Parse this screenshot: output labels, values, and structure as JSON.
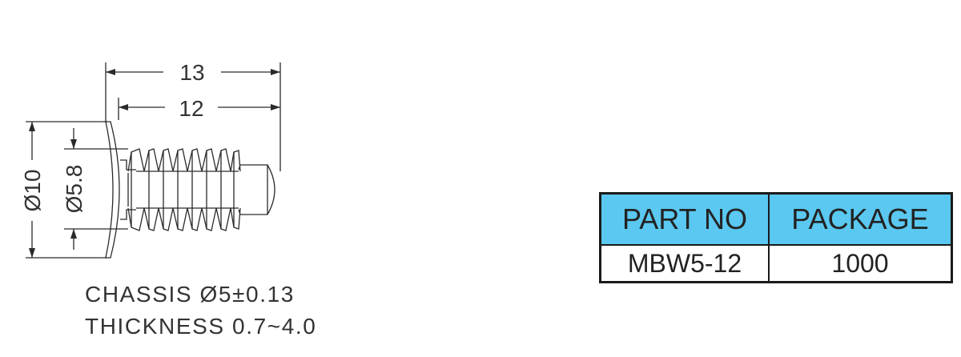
{
  "dimensions": {
    "overall_length": "13",
    "shank_length": "12",
    "head_diameter": "Ø10",
    "shank_diameter": "Ø5.8"
  },
  "notes": {
    "chassis": "CHASSIS Ø5±0.13",
    "thickness": "THICKNESS 0.7~4.0"
  },
  "table": {
    "headers": [
      "PART NO",
      "PACKAGE"
    ],
    "rows": [
      [
        "MBW5-12",
        "1000"
      ]
    ],
    "header_color": "#5ac8f0"
  }
}
